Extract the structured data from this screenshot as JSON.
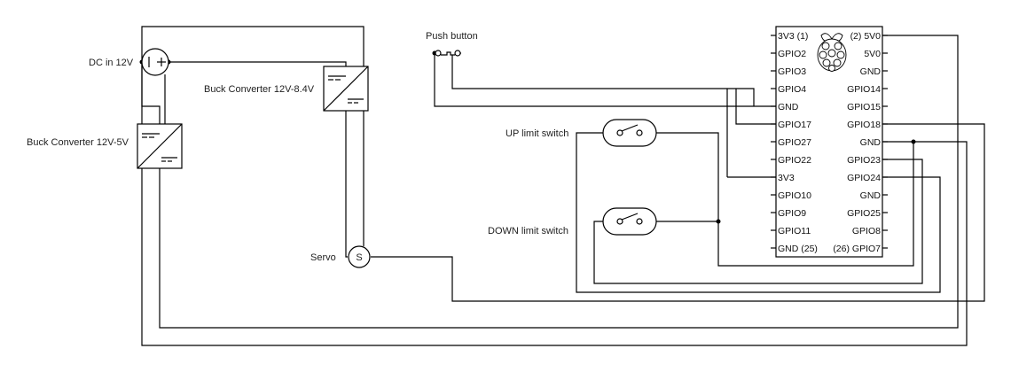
{
  "labels": {
    "dc_in": "DC in 12V",
    "buck_5v": "Buck Converter 12V-5V",
    "buck_84v": "Buck Converter 12V-8.4V",
    "servo": "Servo",
    "servo_symbol": "S",
    "push_button": "Push button",
    "up_switch": "UP limit switch",
    "down_switch": "DOWN limit switch"
  },
  "rpi": {
    "left_pins": [
      "3V3 (1)",
      "GPIO2",
      "GPIO3",
      "GPIO4",
      "GND",
      "GPIO17",
      "GPIO27",
      "GPIO22",
      "3V3",
      "GPIO10",
      "GPIO9",
      "GPIO11",
      "GND (25)"
    ],
    "right_pins": [
      "(2) 5V0",
      "5V0",
      "GND",
      "GPIO14",
      "GPIO15",
      "GPIO18",
      "GND",
      "GPIO23",
      "GPIO24",
      "GND",
      "GPIO25",
      "GPIO8",
      "(26) GPIO7"
    ]
  }
}
